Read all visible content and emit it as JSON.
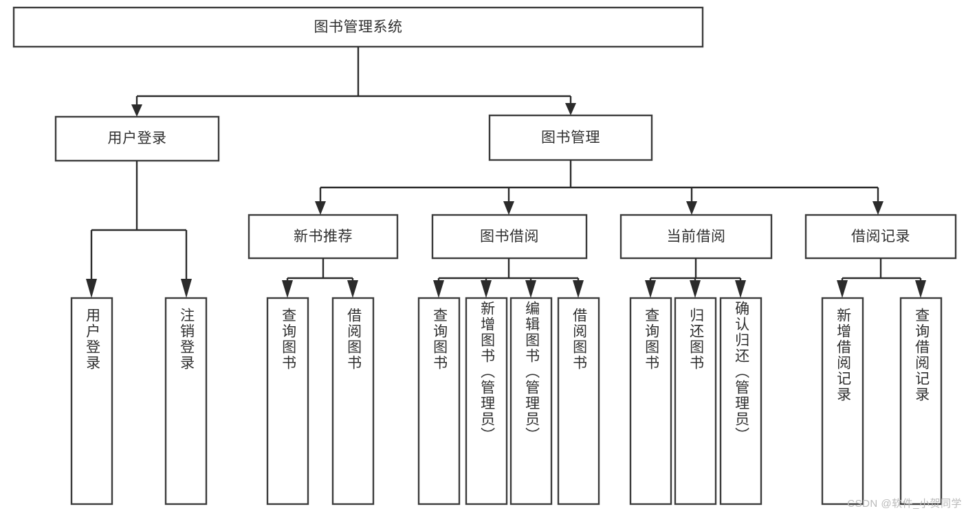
{
  "diagram": {
    "title": "图书管理系统",
    "type": "hierarchy-tree",
    "watermark": "CSDN @软件_小贺同学",
    "colors": {
      "box_stroke": "#3b3b3b",
      "connector": "#2b2b2b",
      "text": "#2f2f2f",
      "background": "#ffffff",
      "watermark": "#b9b9b9"
    },
    "root": {
      "label": "图书管理系统"
    },
    "level2": [
      {
        "label": "用户登录"
      },
      {
        "label": "图书管理"
      }
    ],
    "level3": [
      {
        "label": "新书推荐"
      },
      {
        "label": "图书借阅"
      },
      {
        "label": "当前借阅"
      },
      {
        "label": "借阅记录"
      }
    ],
    "leaves": {
      "user_login": [
        {
          "label": "用户登录"
        },
        {
          "label": "注销登录"
        }
      ],
      "new_book_recommend": [
        {
          "label": "查询图书"
        },
        {
          "label": "借阅图书"
        }
      ],
      "book_borrow": [
        {
          "label": "查询图书"
        },
        {
          "label": "新增图书（管理员）"
        },
        {
          "label": "编辑图书（管理员）"
        },
        {
          "label": "借阅图书"
        }
      ],
      "current_borrow": [
        {
          "label": "查询图书"
        },
        {
          "label": "归还图书"
        },
        {
          "label": "确认归还（管理员）"
        }
      ],
      "borrow_record": [
        {
          "label": "新增借阅记录"
        },
        {
          "label": "查询借阅记录"
        }
      ]
    }
  }
}
